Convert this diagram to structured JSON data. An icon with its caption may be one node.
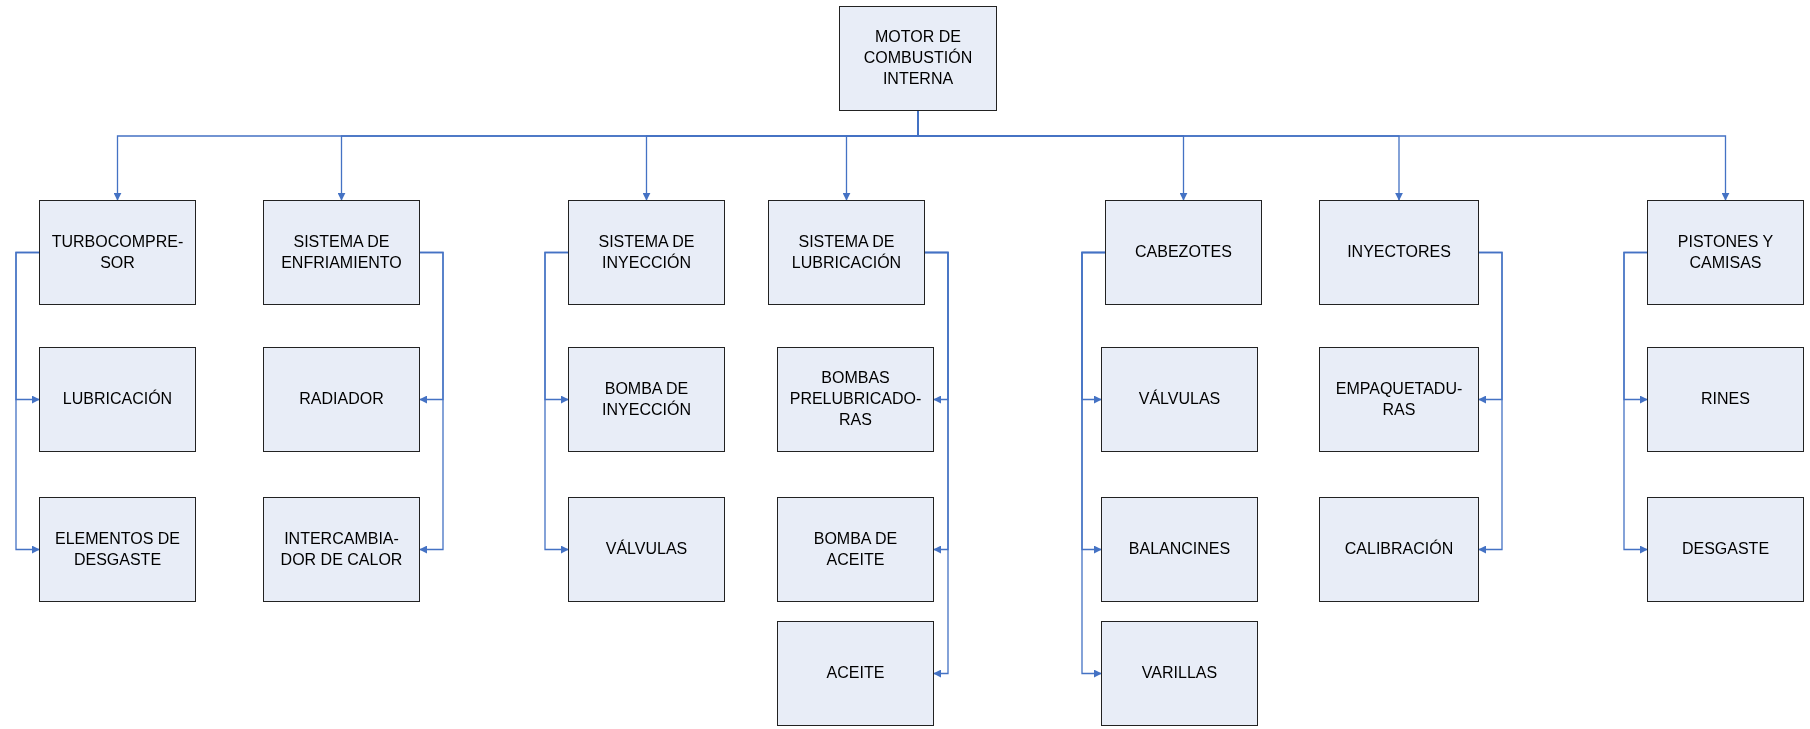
{
  "diagram": {
    "nodes": [
      {
        "text": [
          "MOTOR DE COMBUSTIÓN INTERNA"
        ]
      },
      {
        "text": [
          "TURBOCOMPRE-SOR"
        ]
      },
      {
        "text": [
          "LUBRICACIÓN"
        ]
      },
      {
        "text": [
          "ELEMENTOS DE DESGASTE"
        ]
      },
      {
        "text": [
          "SISTEMA DE ENFRIAMIENTO"
        ]
      },
      {
        "text": [
          "RADIADOR"
        ]
      },
      {
        "text": [
          "INTERCAMBIA-DOR DE CALOR"
        ]
      },
      {
        "text": [
          "SISTEMA DE INYECCIÓN"
        ]
      },
      {
        "text": [
          "BOMBA DE INYECCIÓN"
        ]
      },
      {
        "text": [
          "VÁLVULAS"
        ]
      },
      {
        "text": [
          "SISTEMA DE LUBRICACIÓN"
        ]
      },
      {
        "text": [
          "BOMBAS PRELUBRICADO-RAS"
        ]
      },
      {
        "text": [
          "BOMBA DE ACEITE"
        ]
      },
      {
        "text": [
          "ACEITE"
        ]
      },
      {
        "text": [
          "CABEZOTES"
        ]
      },
      {
        "text": [
          "VÁLVULAS"
        ]
      },
      {
        "text": [
          "BALANCINES"
        ]
      },
      {
        "text": [
          "VARILLAS"
        ]
      },
      {
        "text": [
          "INYECTORES"
        ]
      },
      {
        "text": [
          "EMPAQUETADU-RAS"
        ]
      },
      {
        "text": [
          "CALIBRACIÓN"
        ]
      },
      {
        "text": [
          "PISTONES Y CAMISAS"
        ]
      },
      {
        "text": [
          "RINES"
        ]
      },
      {
        "text": [
          "DESGASTE"
        ]
      }
    ],
    "edges": [
      {
        "from": 0,
        "to": 1,
        "arrow": "to"
      },
      {
        "from": 0,
        "to": 4,
        "arrow": "to"
      },
      {
        "from": 0,
        "to": 7,
        "arrow": "to"
      },
      {
        "from": 0,
        "to": 10,
        "arrow": "to"
      },
      {
        "from": 0,
        "to": 14,
        "arrow": "to"
      },
      {
        "from": 0,
        "to": 18,
        "arrow": "to"
      },
      {
        "from": 0,
        "to": 21,
        "arrow": "to"
      },
      {
        "from": 1,
        "to": 2,
        "arrow": "to"
      },
      {
        "from": 1,
        "to": 3,
        "arrow": "to"
      },
      {
        "from": 4,
        "to": 5,
        "arrow": "to"
      },
      {
        "from": 4,
        "to": 6,
        "arrow": "to"
      },
      {
        "from": 7,
        "to": 8,
        "arrow": "to"
      },
      {
        "from": 7,
        "to": 9,
        "arrow": "to"
      },
      {
        "from": 10,
        "to": 11,
        "arrow": "to"
      },
      {
        "from": 10,
        "to": 12,
        "arrow": "to"
      },
      {
        "from": 10,
        "to": 13,
        "arrow": "to"
      },
      {
        "from": 14,
        "to": 15,
        "arrow": "to"
      },
      {
        "from": 14,
        "to": 16,
        "arrow": "to"
      },
      {
        "from": 14,
        "to": 17,
        "arrow": "to"
      },
      {
        "from": 18,
        "to": 19,
        "arrow": "to"
      },
      {
        "from": 18,
        "to": 20,
        "arrow": "to"
      },
      {
        "from": 21,
        "to": 22,
        "arrow": "to"
      },
      {
        "from": 21,
        "to": 23,
        "arrow": "to"
      }
    ]
  }
}
